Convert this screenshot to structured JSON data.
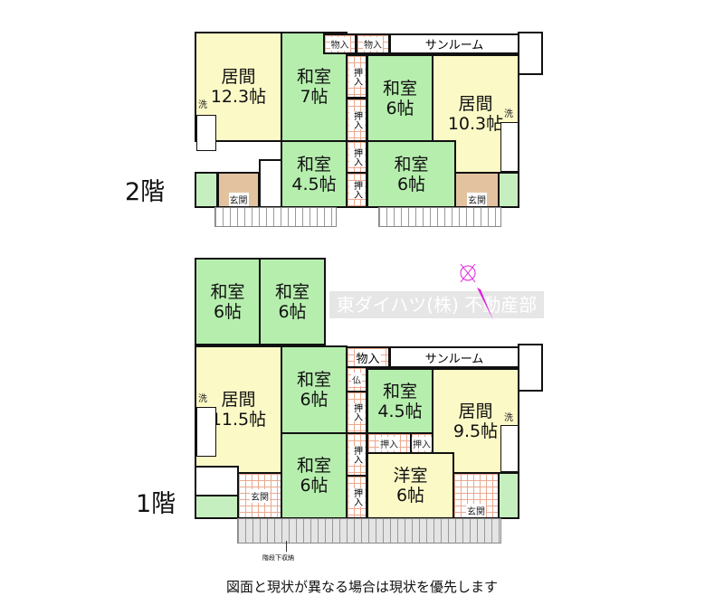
{
  "floor2": {
    "label": "2階",
    "rooms": {
      "living_left": "居間\n12.3帖",
      "washitsu_7": "和室\n7帖",
      "washitsu_6_upper": "和室\n6帖",
      "living_right": "居間\n10.3帖",
      "washitsu_45": "和室\n4.5帖",
      "washitsu_6_lower": "和室\n6帖",
      "storage_1": "物入",
      "storage_2": "物入",
      "sunroom": "サンルーム",
      "closet": "押入",
      "entrance": "玄関",
      "wash": "洗"
    }
  },
  "floor1": {
    "label": "1階",
    "rooms": {
      "washitsu_6_a": "和室\n6帖",
      "washitsu_6_b": "和室\n6帖",
      "living_left": "居間\n11.5帖",
      "washitsu_6_mid": "和室\n6帖",
      "washitsu_45": "和室\n4.5帖",
      "living_right": "居間\n9.5帖",
      "washitsu_6_bottom": "和室\n6帖",
      "youshitsu_6": "洋室\n6帖",
      "storage": "物入",
      "sunroom": "サンルーム",
      "altar": "仏",
      "closet": "押入",
      "entrance": "玄関",
      "wash": "洗",
      "under_stairs": "階段下収納"
    }
  },
  "watermark": "東ダイハツ(株) 不動産部",
  "caption": "図面と現状が異なる場合は現状を優先します",
  "colors": {
    "washitsu": "#b6eeae",
    "living": "#fbf9c6",
    "closet_grid": "#e9a98f",
    "compass": "#e020e0"
  }
}
